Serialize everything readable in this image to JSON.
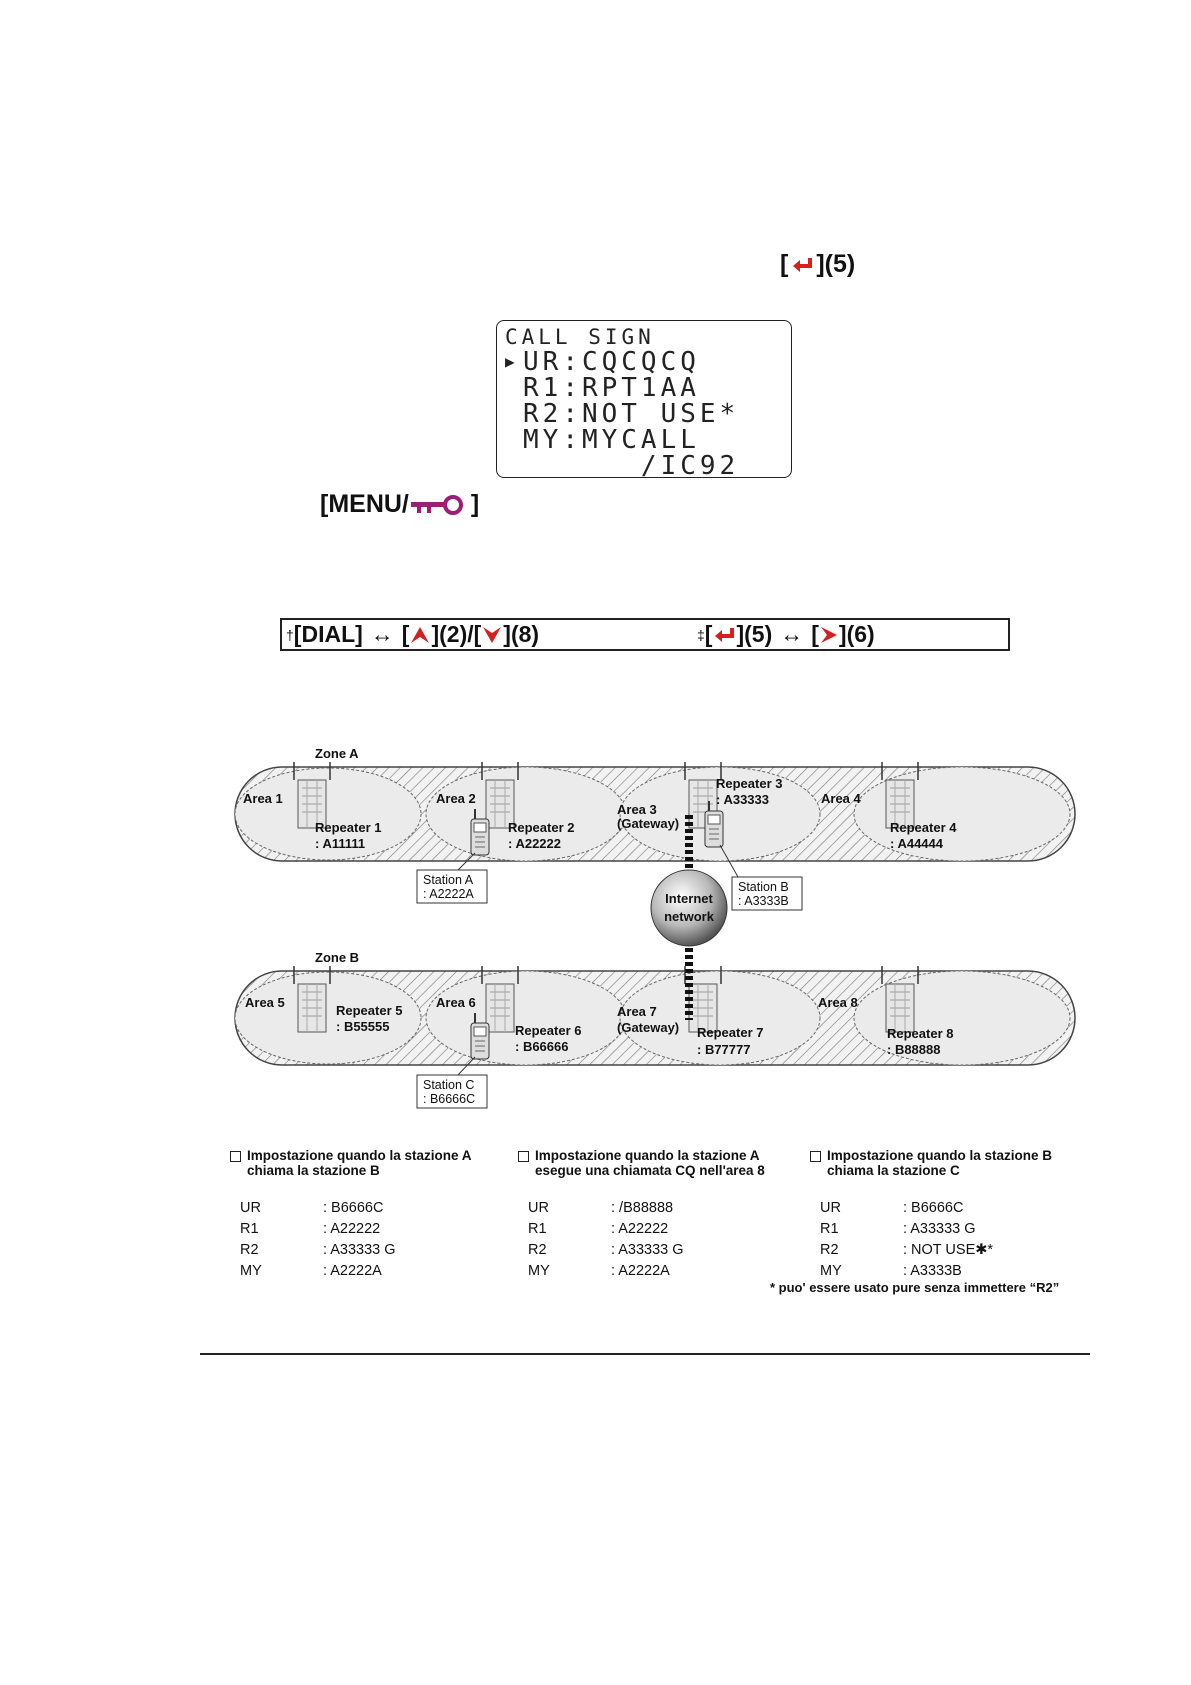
{
  "enter_key": {
    "label": "](5)",
    "open": "[",
    "icon": "enter-arrow-icon",
    "color": "#d42020"
  },
  "lcd": {
    "title": "CALL SIGN",
    "cursor": "▶",
    "rows": [
      {
        "key": "UR",
        "sep": ":",
        "value": "CQCQCQ"
      },
      {
        "key": "R1",
        "sep": ":",
        "value": "RPT1AA"
      },
      {
        "key": "R2",
        "sep": ":",
        "value": "NOT USE*"
      },
      {
        "key": "MY",
        "sep": ":",
        "value": "MYCALL"
      }
    ],
    "suffix": "/IC92"
  },
  "menu_key": {
    "label": "[MENU/",
    "close": "]",
    "icon": "key-icon",
    "color": "#9a1f77"
  },
  "footnote_box": {
    "left": {
      "dagger": "†",
      "dial": "[DIAL]",
      "arrow": "↔",
      "up_open": "[",
      "up_close": "](2)/[",
      "down_close": "](8)"
    },
    "right": {
      "dagger": "‡",
      "enter_open": "[",
      "enter_close": "](5)",
      "arrow": "↔",
      "right_open": "[",
      "right_close": "](6)"
    },
    "accent": "#d42020"
  },
  "diagram": {
    "zone_a": "Zone A",
    "zone_b": "Zone B",
    "areas_a": [
      "Area 1",
      "Area 2",
      "Area 3",
      "(Gateway)",
      "Area 4"
    ],
    "areas_b": [
      "Area 5",
      "Area 6",
      "Area 7",
      "(Gateway)",
      "Area 8"
    ],
    "repeaters": [
      {
        "name": "Repeater 1",
        "call": ": A11111"
      },
      {
        "name": "Repeater 2",
        "call": ": A22222"
      },
      {
        "name": "Repeater 3",
        "call": ": A33333"
      },
      {
        "name": "Repeater 4",
        "call": ": A44444"
      },
      {
        "name": "Repeater 5",
        "call": ": B55555"
      },
      {
        "name": "Repeater 6",
        "call": ": B66666"
      },
      {
        "name": "Repeater 7",
        "call": ": B77777"
      },
      {
        "name": "Repeater 8",
        "call": ": B88888"
      }
    ],
    "stations": [
      {
        "name": "Station A",
        "call": ": A2222A"
      },
      {
        "name": "Station B",
        "call": ": A3333B"
      },
      {
        "name": "Station C",
        "call": ": B6666C"
      }
    ],
    "internet": [
      "Internet",
      "network"
    ]
  },
  "settings": [
    {
      "title": [
        "Impostazione quando la stazione A",
        "chiama la stazione B"
      ],
      "rows": [
        {
          "k": "UR",
          "v": ": B6666C"
        },
        {
          "k": "R1",
          "v": ": A22222"
        },
        {
          "k": "R2",
          "v": ": A33333 G"
        },
        {
          "k": "MY",
          "v": ": A2222A"
        }
      ]
    },
    {
      "title": [
        "Impostazione quando la stazione A",
        "esegue una chiamata CQ nell'area 8"
      ],
      "rows": [
        {
          "k": "UR",
          "v": ": /B88888"
        },
        {
          "k": "R1",
          "v": ": A22222"
        },
        {
          "k": "R2",
          "v": ": A33333 G"
        },
        {
          "k": "MY",
          "v": ": A2222A"
        }
      ]
    },
    {
      "title": [
        "Impostazione quando la stazione B",
        "chiama la stazione C"
      ],
      "rows": [
        {
          "k": "UR",
          "v": ": B6666C"
        },
        {
          "k": "R1",
          "v": ": A33333 G"
        },
        {
          "k": "R2",
          "v": ": NOT USE✱*"
        },
        {
          "k": "MY",
          "v": ": A3333B"
        }
      ]
    }
  ],
  "star_note": "* puo' essere usato pure senza immettere “R2”"
}
